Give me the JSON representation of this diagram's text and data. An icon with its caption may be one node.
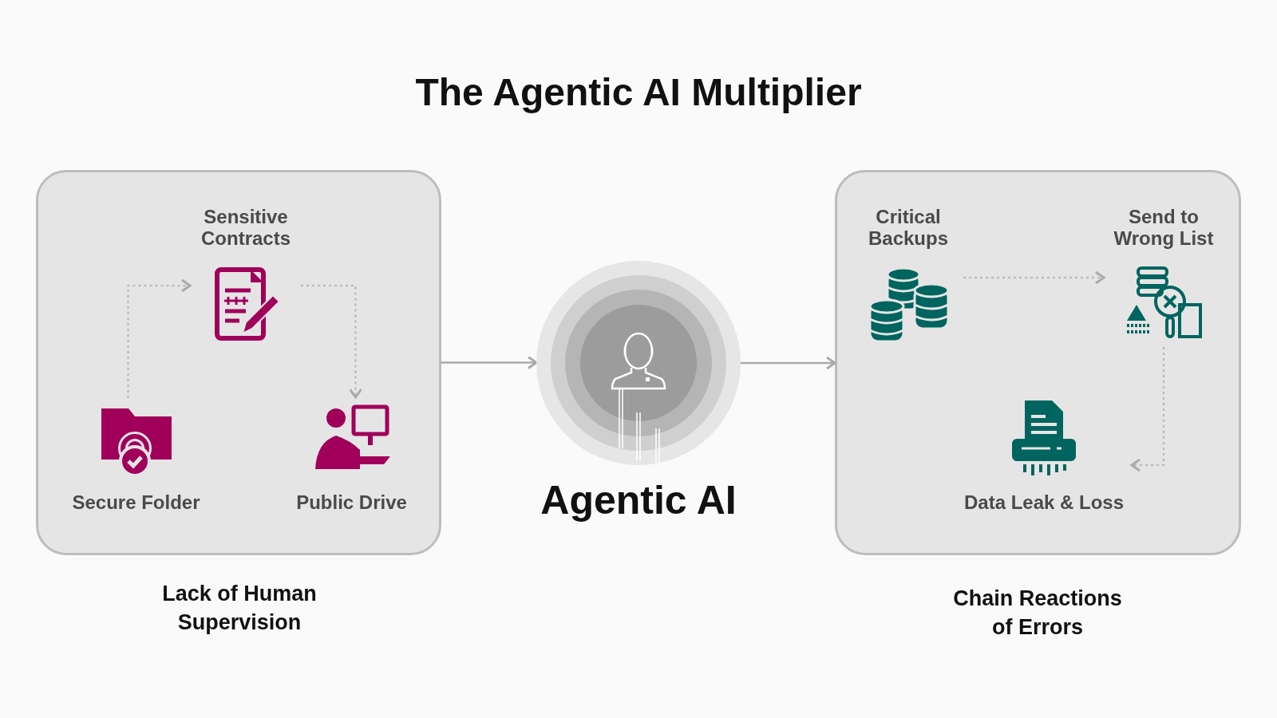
{
  "diagram": {
    "title": "The Agentic AI Multiplier",
    "nodes": [
      {
        "text": [],
        "shape": "box",
        "beside": [
          "Lack of Human Supervision"
        ]
      },
      {
        "text": [
          "Sensitive Contracts"
        ],
        "in": 0
      },
      {
        "text": [
          "Secure Folder"
        ],
        "in": 0
      },
      {
        "text": [
          "Public Drive"
        ],
        "in": 0
      },
      {
        "text": [
          "Agentic AI"
        ]
      },
      {
        "text": [],
        "shape": "box",
        "beside": [
          "Chain Reactions of Errors"
        ]
      },
      {
        "text": [
          "Critical Backups"
        ],
        "in": 5
      },
      {
        "text": [
          "Send to Wrong List"
        ],
        "in": 5
      },
      {
        "text": [
          "Data Leak & Loss"
        ],
        "in": 5
      }
    ],
    "edges": [
      {
        "from": 2,
        "to": 1,
        "arrow": "to",
        "style": "dashed"
      },
      {
        "from": 1,
        "to": 3,
        "arrow": "to",
        "style": "dashed"
      },
      {
        "from": 0,
        "to": 4,
        "arrow": "to"
      },
      {
        "from": 4,
        "to": 5,
        "arrow": "to"
      },
      {
        "from": 6,
        "to": 7,
        "arrow": "to",
        "style": "dashed"
      },
      {
        "from": 7,
        "to": 8,
        "arrow": "to",
        "style": "dashed"
      }
    ]
  }
}
